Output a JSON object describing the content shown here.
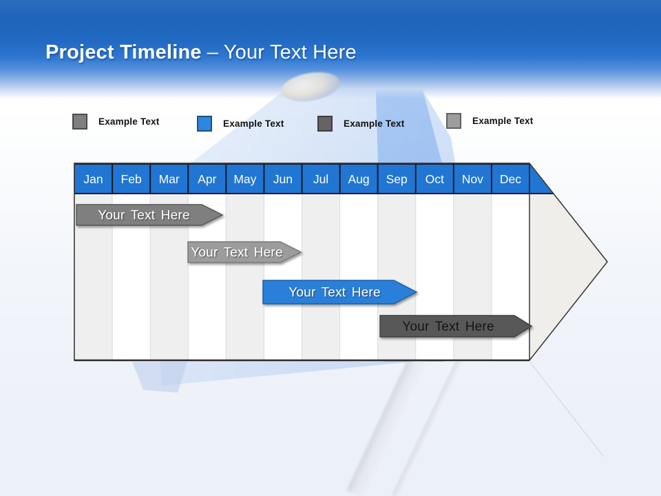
{
  "slide_title": {
    "bold": "Project Timeline",
    "rest": "– Your Text Here"
  },
  "legend": {
    "items": [
      {
        "label": "Example Text",
        "color": "#7f7f7f",
        "border": "#4a4a4a"
      },
      {
        "label": "Example Text",
        "color": "#2e86de",
        "border": "#1d4f7c"
      },
      {
        "label": "Example Text",
        "color": "#646464",
        "border": "#3e3e3e"
      },
      {
        "label": "Example Text",
        "color": "#9d9d9d",
        "border": "#606060"
      }
    ]
  },
  "timeline": {
    "months": [
      "Jan",
      "Feb",
      "Mar",
      "Apr",
      "May",
      "Jun",
      "Jul",
      "Aug",
      "Sep",
      "Oct",
      "Nov",
      "Dec"
    ],
    "header_color": "#2176d3",
    "column_stripe": "#efefef",
    "bars": [
      {
        "label": "Your Text Here",
        "fill": "#7f7f7f",
        "stroke": "#565656",
        "text_color": "#ffffff",
        "start": "Jan",
        "end": "Apr",
        "row": 1
      },
      {
        "label": "Your Text Here",
        "fill": "#9c9c9c",
        "stroke": "#787878",
        "text_color": "#ffffff",
        "start": "Apr",
        "end": "Jun",
        "row": 2
      },
      {
        "label": "Your Text Here",
        "fill": "#2b7fd9",
        "stroke": "#1c5fa8",
        "text_color": "#ffffff",
        "start": "Jun",
        "end": "Sep",
        "row": 3
      },
      {
        "label": "Your Text Here",
        "fill": "#595959",
        "stroke": "#3f3f3f",
        "text_color": "#141414",
        "start": "Sep",
        "end": "Dec",
        "row": 4
      }
    ]
  },
  "chart_data": {
    "type": "bar",
    "subtype": "gantt-timeline",
    "title": "Project Timeline – Your Text Here",
    "categories": [
      "Jan",
      "Feb",
      "Mar",
      "Apr",
      "May",
      "Jun",
      "Jul",
      "Aug",
      "Sep",
      "Oct",
      "Nov",
      "Dec"
    ],
    "series": [
      {
        "name": "Your Text Here",
        "start_month": 1,
        "end_month": 4,
        "color": "#7f7f7f"
      },
      {
        "name": "Your Text Here",
        "start_month": 4,
        "end_month": 6.5,
        "color": "#9c9c9c"
      },
      {
        "name": "Your Text Here",
        "start_month": 6,
        "end_month": 9.5,
        "color": "#2b7fd9"
      },
      {
        "name": "Your Text Here",
        "start_month": 9,
        "end_month": 12.5,
        "color": "#595959"
      }
    ],
    "legend_position": "top",
    "legend_entries": [
      "Example Text",
      "Example Text",
      "Example Text",
      "Example Text"
    ],
    "xlabel": "",
    "ylabel": "",
    "grid": "vertical-column-stripes"
  }
}
